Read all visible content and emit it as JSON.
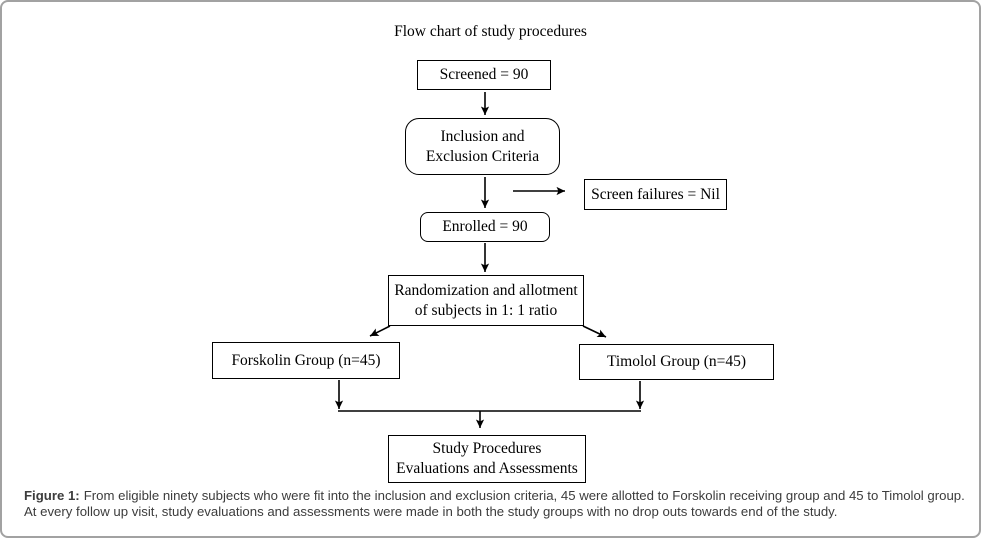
{
  "figure": {
    "title": "Flow chart of study procedures"
  },
  "flowchart": {
    "nodes": {
      "screened": "Screened = 90",
      "inclusion": "Inclusion and\nExclusion Criteria",
      "screen_failures": "Screen failures = Nil",
      "enrolled": "Enrolled = 90",
      "randomization": "Randomization and allotment\nof subjects in 1: 1 ratio",
      "forskolin": "Forskolin Group (n=45)",
      "timolol": "Timolol Group (n=45)",
      "study": "Study Procedures\nEvaluations and Assessments"
    },
    "edges": [
      {
        "from": "screened",
        "to": "inclusion"
      },
      {
        "from": "inclusion",
        "to": "enrolled"
      },
      {
        "from": "inclusion",
        "to": "screen_failures"
      },
      {
        "from": "enrolled",
        "to": "randomization"
      },
      {
        "from": "randomization",
        "to": "forskolin"
      },
      {
        "from": "randomization",
        "to": "timolol"
      },
      {
        "from": "forskolin",
        "to": "study"
      },
      {
        "from": "timolol",
        "to": "study"
      }
    ]
  },
  "caption": {
    "label": "Figure 1:",
    "text": "From eligible ninety subjects who were fit into the inclusion and exclusion criteria, 45 were allotted to Forskolin receiving group and 45 to Timolol group. At every follow up visit, study evaluations and assessments were made in both the study groups with no drop outs towards end of the study."
  },
  "colors": {
    "frame_border": "#a2a2a2",
    "box_border": "#000000",
    "box_text": "#000000",
    "caption_text": "#3c3c3c",
    "background": "#ffffff"
  }
}
